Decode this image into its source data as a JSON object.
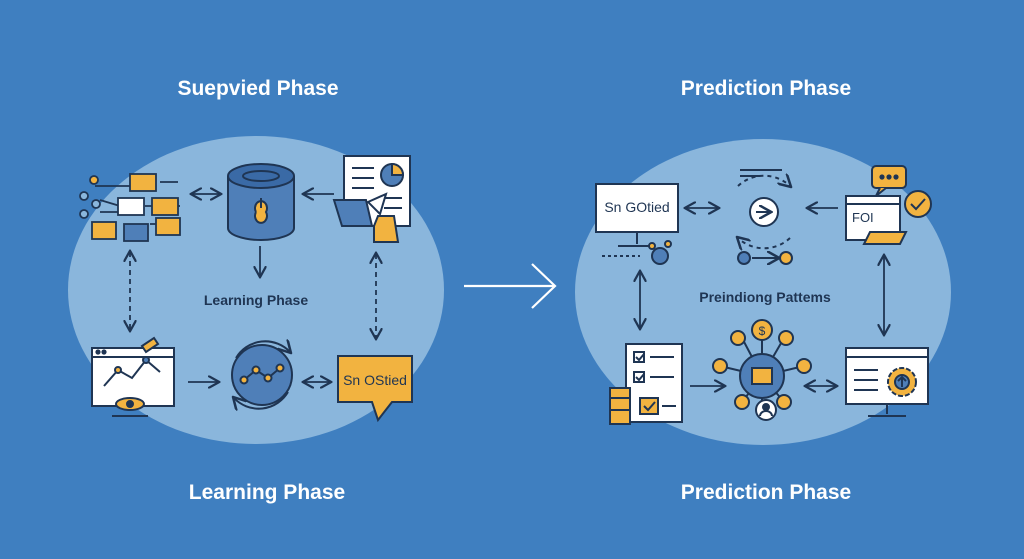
{
  "headings": {
    "top_left": "Suepvied Phase",
    "top_right": "Prediction Phase",
    "bottom_left": "Learning Phase",
    "bottom_right": "Prediction Phase"
  },
  "left_cycle": {
    "center_label": "Learning Phase",
    "callout_label": "Sn OStied"
  },
  "right_cycle": {
    "center_label": "Preindiong Pattems",
    "monitor_label": "Sn GOtied",
    "document_label": "FOI"
  },
  "colors": {
    "background": "#3f7fc0",
    "circle": "#8ab6dc",
    "accent": "#f2b340",
    "outline": "#1f3553",
    "panel_blue": "#4f7fb8"
  }
}
